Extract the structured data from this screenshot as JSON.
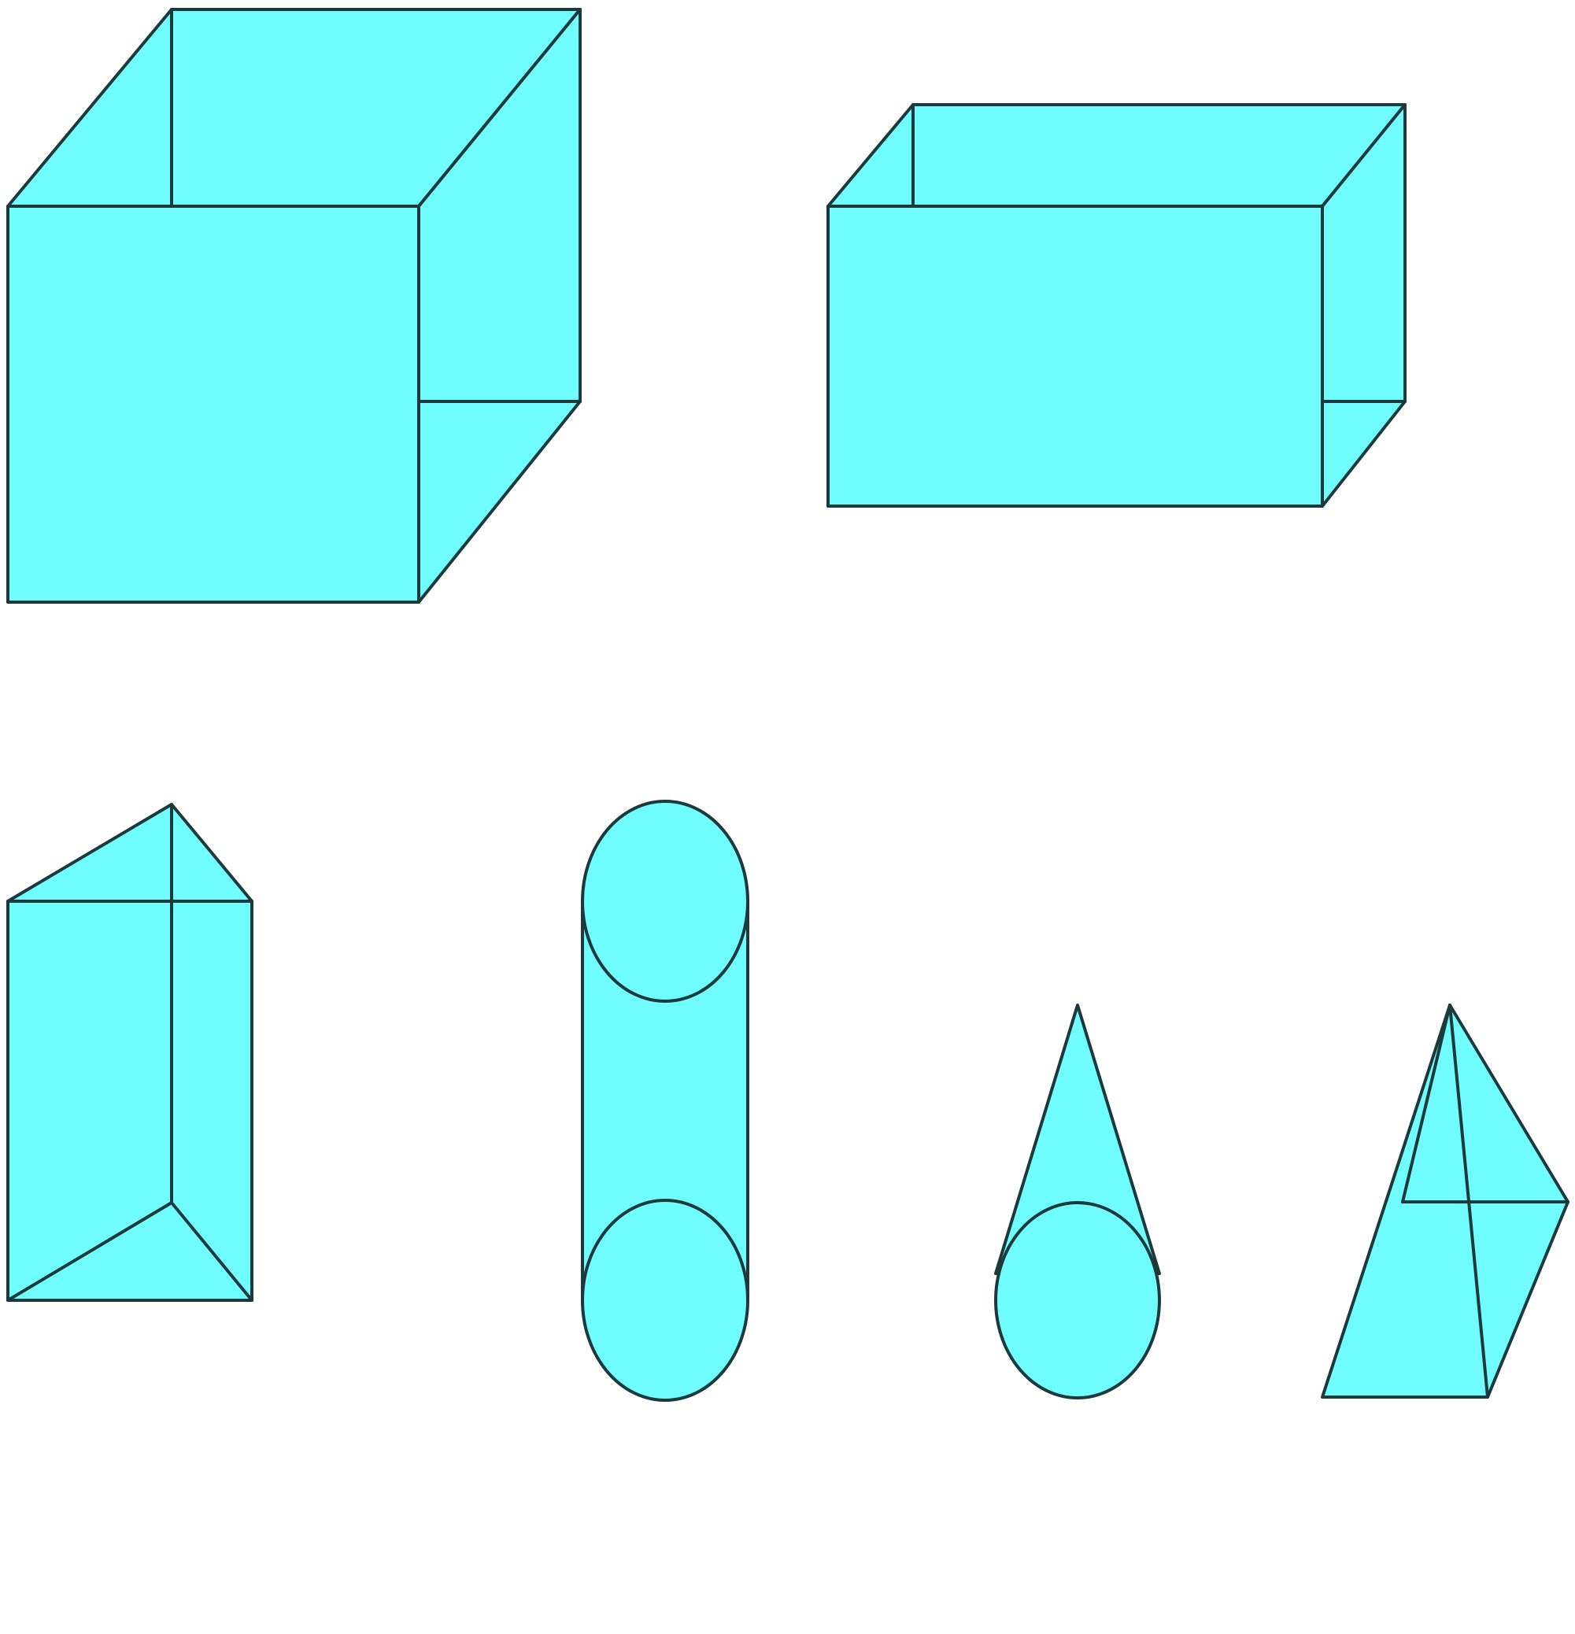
{
  "diagram": {
    "colors": {
      "fill": "#70fdff",
      "stroke": "#1c3a3b",
      "background": "#ffffff"
    },
    "shapes": [
      {
        "name": "cube"
      },
      {
        "name": "rectangular-prism"
      },
      {
        "name": "triangular-prism"
      },
      {
        "name": "cylinder"
      },
      {
        "name": "cone"
      },
      {
        "name": "square-pyramid"
      }
    ]
  }
}
